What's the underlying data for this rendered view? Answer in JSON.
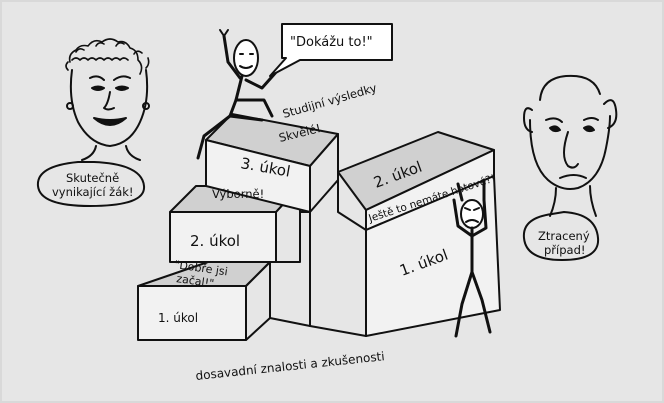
{
  "colors": {
    "background": "#e6e6e6",
    "ink": "#111111",
    "step_top": "#d0d0d0",
    "step_face": "#f2f2f2"
  },
  "left_face_caption": [
    "Skutečně",
    "vynikající žák!"
  ],
  "right_face_caption": [
    "Ztracený",
    "případ!"
  ],
  "speech_bubble": "\"Dokážu to!\"",
  "left_stairs": {
    "step1": "1. úkol",
    "step2": "2. úkol",
    "step3": "3. úkol",
    "praise1": [
      "\"Dobře jsi",
      "začal!\""
    ],
    "praise2": "Výborně!",
    "praise3": "Skvělé!",
    "top_label": "Studijní výsledky"
  },
  "right_stairs": {
    "step1": "1. úkol",
    "step2": "2. úkol",
    "remark": "Ještě to nemáte hotové?!"
  },
  "base_label": "dosavadní znalosti a zkušenosti",
  "icons": [
    "smiling-face-icon",
    "frowning-face-icon",
    "climbing-stick-figure-icon",
    "struggling-stick-figure-icon"
  ]
}
